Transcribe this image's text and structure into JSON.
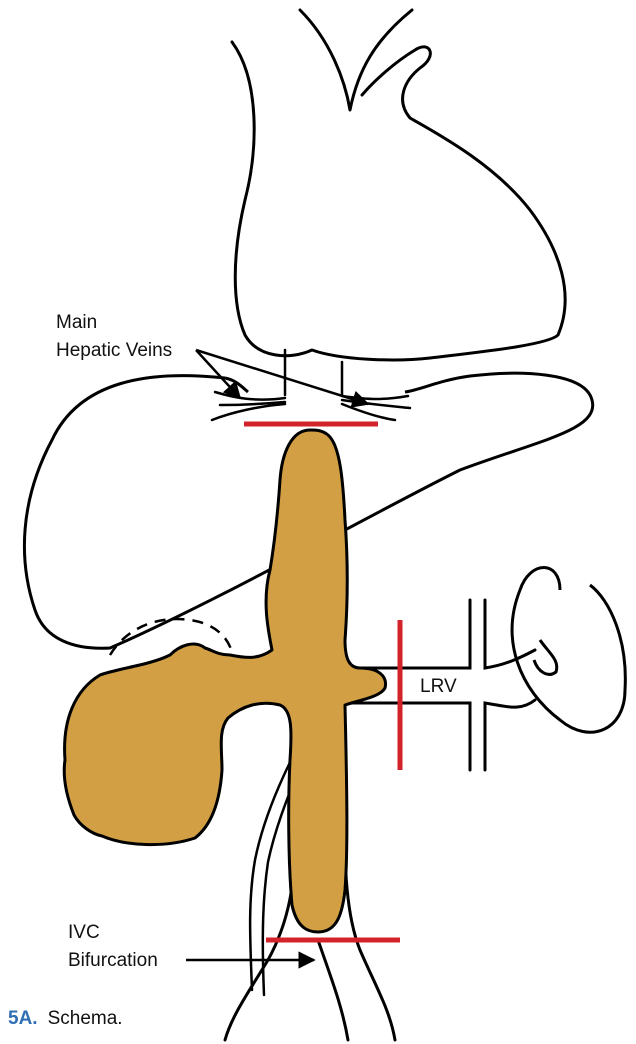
{
  "labels": {
    "hepatic_line1": "Main",
    "hepatic_line2": "Hepatic Veins",
    "lrv": "LRV",
    "ivc_line1": "IVC",
    "ivc_line2": "Bifurcation"
  },
  "caption": {
    "number": "5A.",
    "text": "Schema."
  },
  "colors": {
    "tumor": "#d29f45",
    "resection_line": "#d3232a",
    "outline": "#000000",
    "caption_accent": "#2f6fb3"
  }
}
